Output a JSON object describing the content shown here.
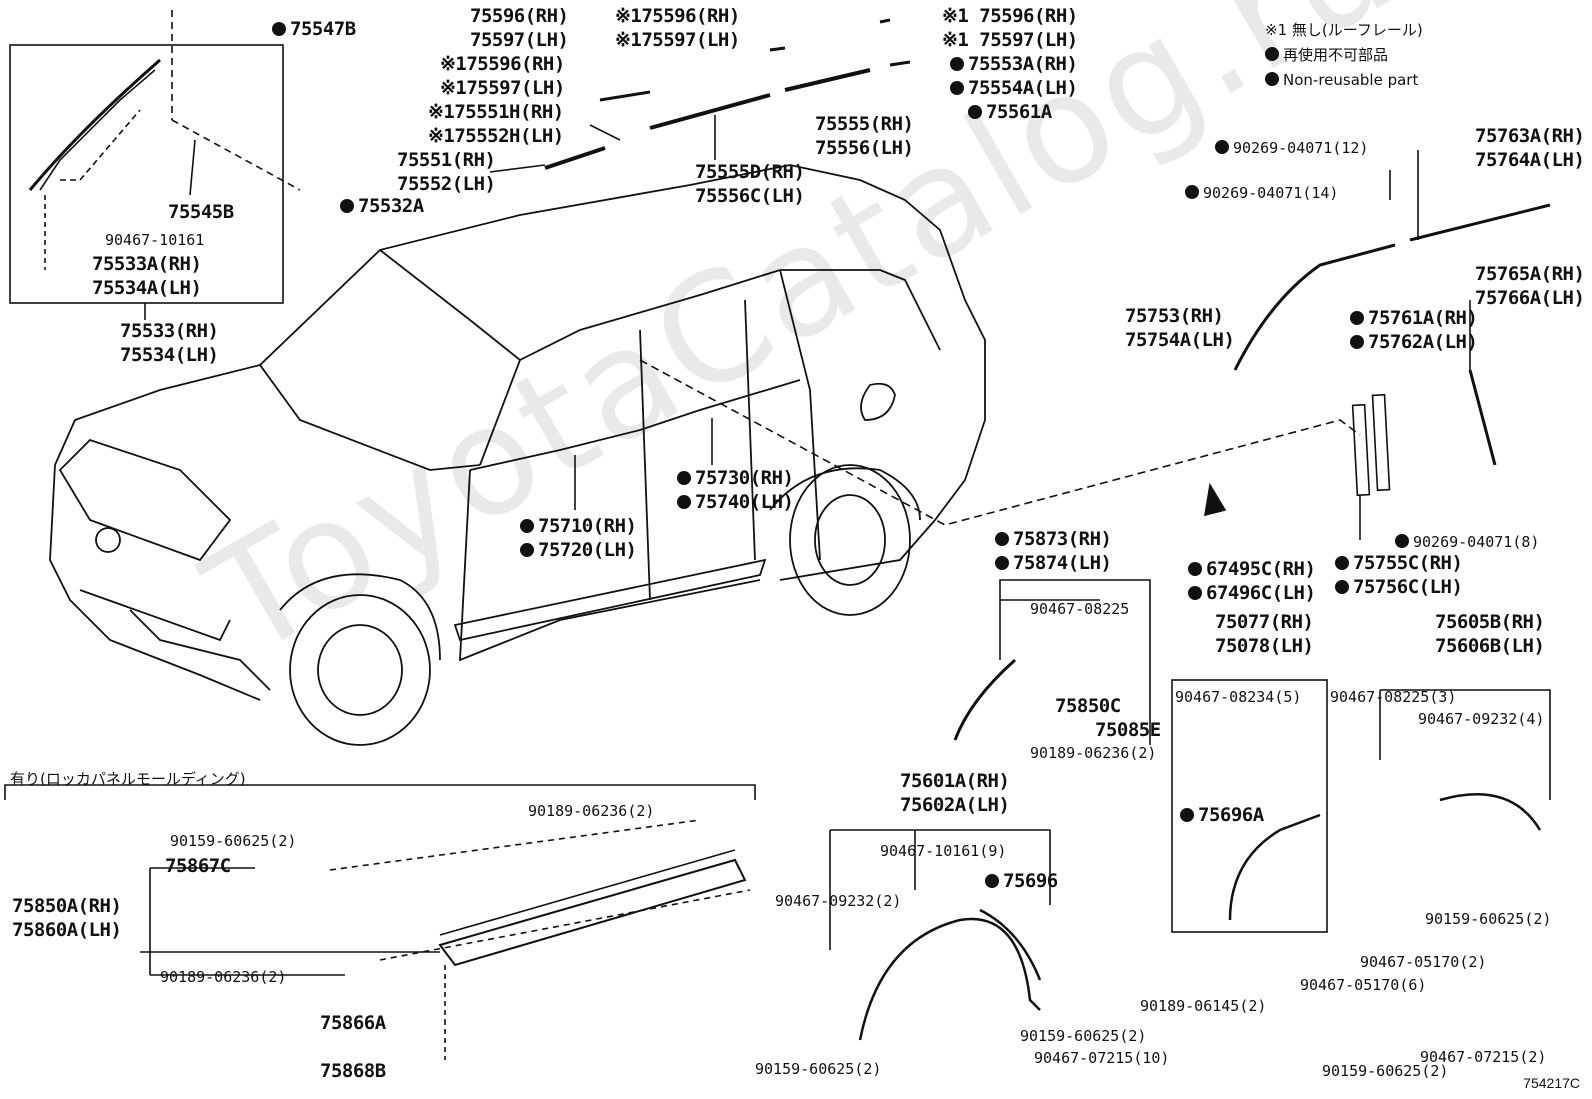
{
  "watermark": "ToyotaCatalog.ru",
  "legend": {
    "note1": "※1 無し(ルーフレール)",
    "non_reusable_ja": "再使用不可部品",
    "non_reusable_en": "Non-reusable part"
  },
  "rocker_title": "有り(ロッカパネルモールディング)",
  "diagram_code": "754217C",
  "labels": {
    "l75547b": "75547B",
    "l75596a": "75596(RH)",
    "l75597a": "75597(LH)",
    "l75596b": "※175596(RH)",
    "l75597b": "※175597(LH)",
    "l75596c": "※175596(RH)",
    "l75597c": "※175597(LH)",
    "l75551h": "※175551H(RH)",
    "l75552h": "※175552H(LH)",
    "l75551": "75551(RH)",
    "l75552": "75552(LH)",
    "l75596d": "※1 75596(RH)",
    "l75597d": "※1 75597(LH)",
    "l75553a": "75553A(RH)",
    "l75554a": "75554A(LH)",
    "l75561a": "75561A",
    "l75555": "75555(RH)",
    "l75556": "75556(LH)",
    "l75555d": "75555D(RH)",
    "l75556c": "75556C(LH)",
    "l75545b": "75545B",
    "l75532a": "75532A",
    "l9046710161a": "90467-10161",
    "l75533a": "75533A(RH)",
    "l75534a": "75534A(LH)",
    "l75533": "75533(RH)",
    "l75534": "75534(LH)",
    "l9026904071_12": "90269-04071(12)",
    "l9026904071_14": "90269-04071(14)",
    "l75763a": "75763A(RH)",
    "l75764a": "75764A(LH)",
    "l75765a": "75765A(RH)",
    "l75766a": "75766A(LH)",
    "l75753": "75753(RH)",
    "l75754a": "75754A(LH)",
    "l75761a": "75761A(RH)",
    "l75762a": "75762A(LH)",
    "l9026904071_8": "90269-04071(8)",
    "l75730": "75730(RH)",
    "l75740": "75740(LH)",
    "l75710": "75710(RH)",
    "l75720": "75720(LH)",
    "l75873": "75873(RH)",
    "l75874": "75874(LH)",
    "l67495c": "67495C(RH)",
    "l67496c": "67496C(LH)",
    "l75755c": "75755C(RH)",
    "l75756c": "75756C(LH)",
    "l9046708225a": "90467-08225",
    "l75077": "75077(RH)",
    "l75078": "75078(LH)",
    "l75605b": "75605B(RH)",
    "l75606b": "75606B(LH)",
    "l9046708234": "90467-08234(5)",
    "l9046708225b": "90467-08225(3)",
    "l9046709232a": "90467-09232(4)",
    "l75850c": "75850C",
    "l75085e": "75085E",
    "l9018906236a": "90189-06236(2)",
    "l75601a": "75601A(RH)",
    "l75602a": "75602A(LH)",
    "l75696a": "75696A",
    "l9018906236b": "90189-06236(2)",
    "l9015960625a": "90159-60625(2)",
    "l75867c": "75867C",
    "l75850a": "75850A(RH)",
    "l75860a": "75860A(LH)",
    "l9018906236c": "90189-06236(2)",
    "l75866a": "75866A",
    "l75868b": "75868B",
    "l9046710161b": "90467-10161(9)",
    "l75696": "75696",
    "l9046709232b": "90467-09232(2)",
    "l9015960625b": "90159-60625(2)",
    "l9046707215a": "90467-07215(10)",
    "l9015960625c": "90159-60625(2)",
    "l9015960625d": "90159-60625(2)",
    "l9046705170a": "90467-05170(2)",
    "l9046705170b": "90467-05170(6)",
    "l9018906145": "90189-06145(2)",
    "l9015960625e": "90159-60625(2)",
    "l9046707215b": "90467-07215(2)"
  }
}
